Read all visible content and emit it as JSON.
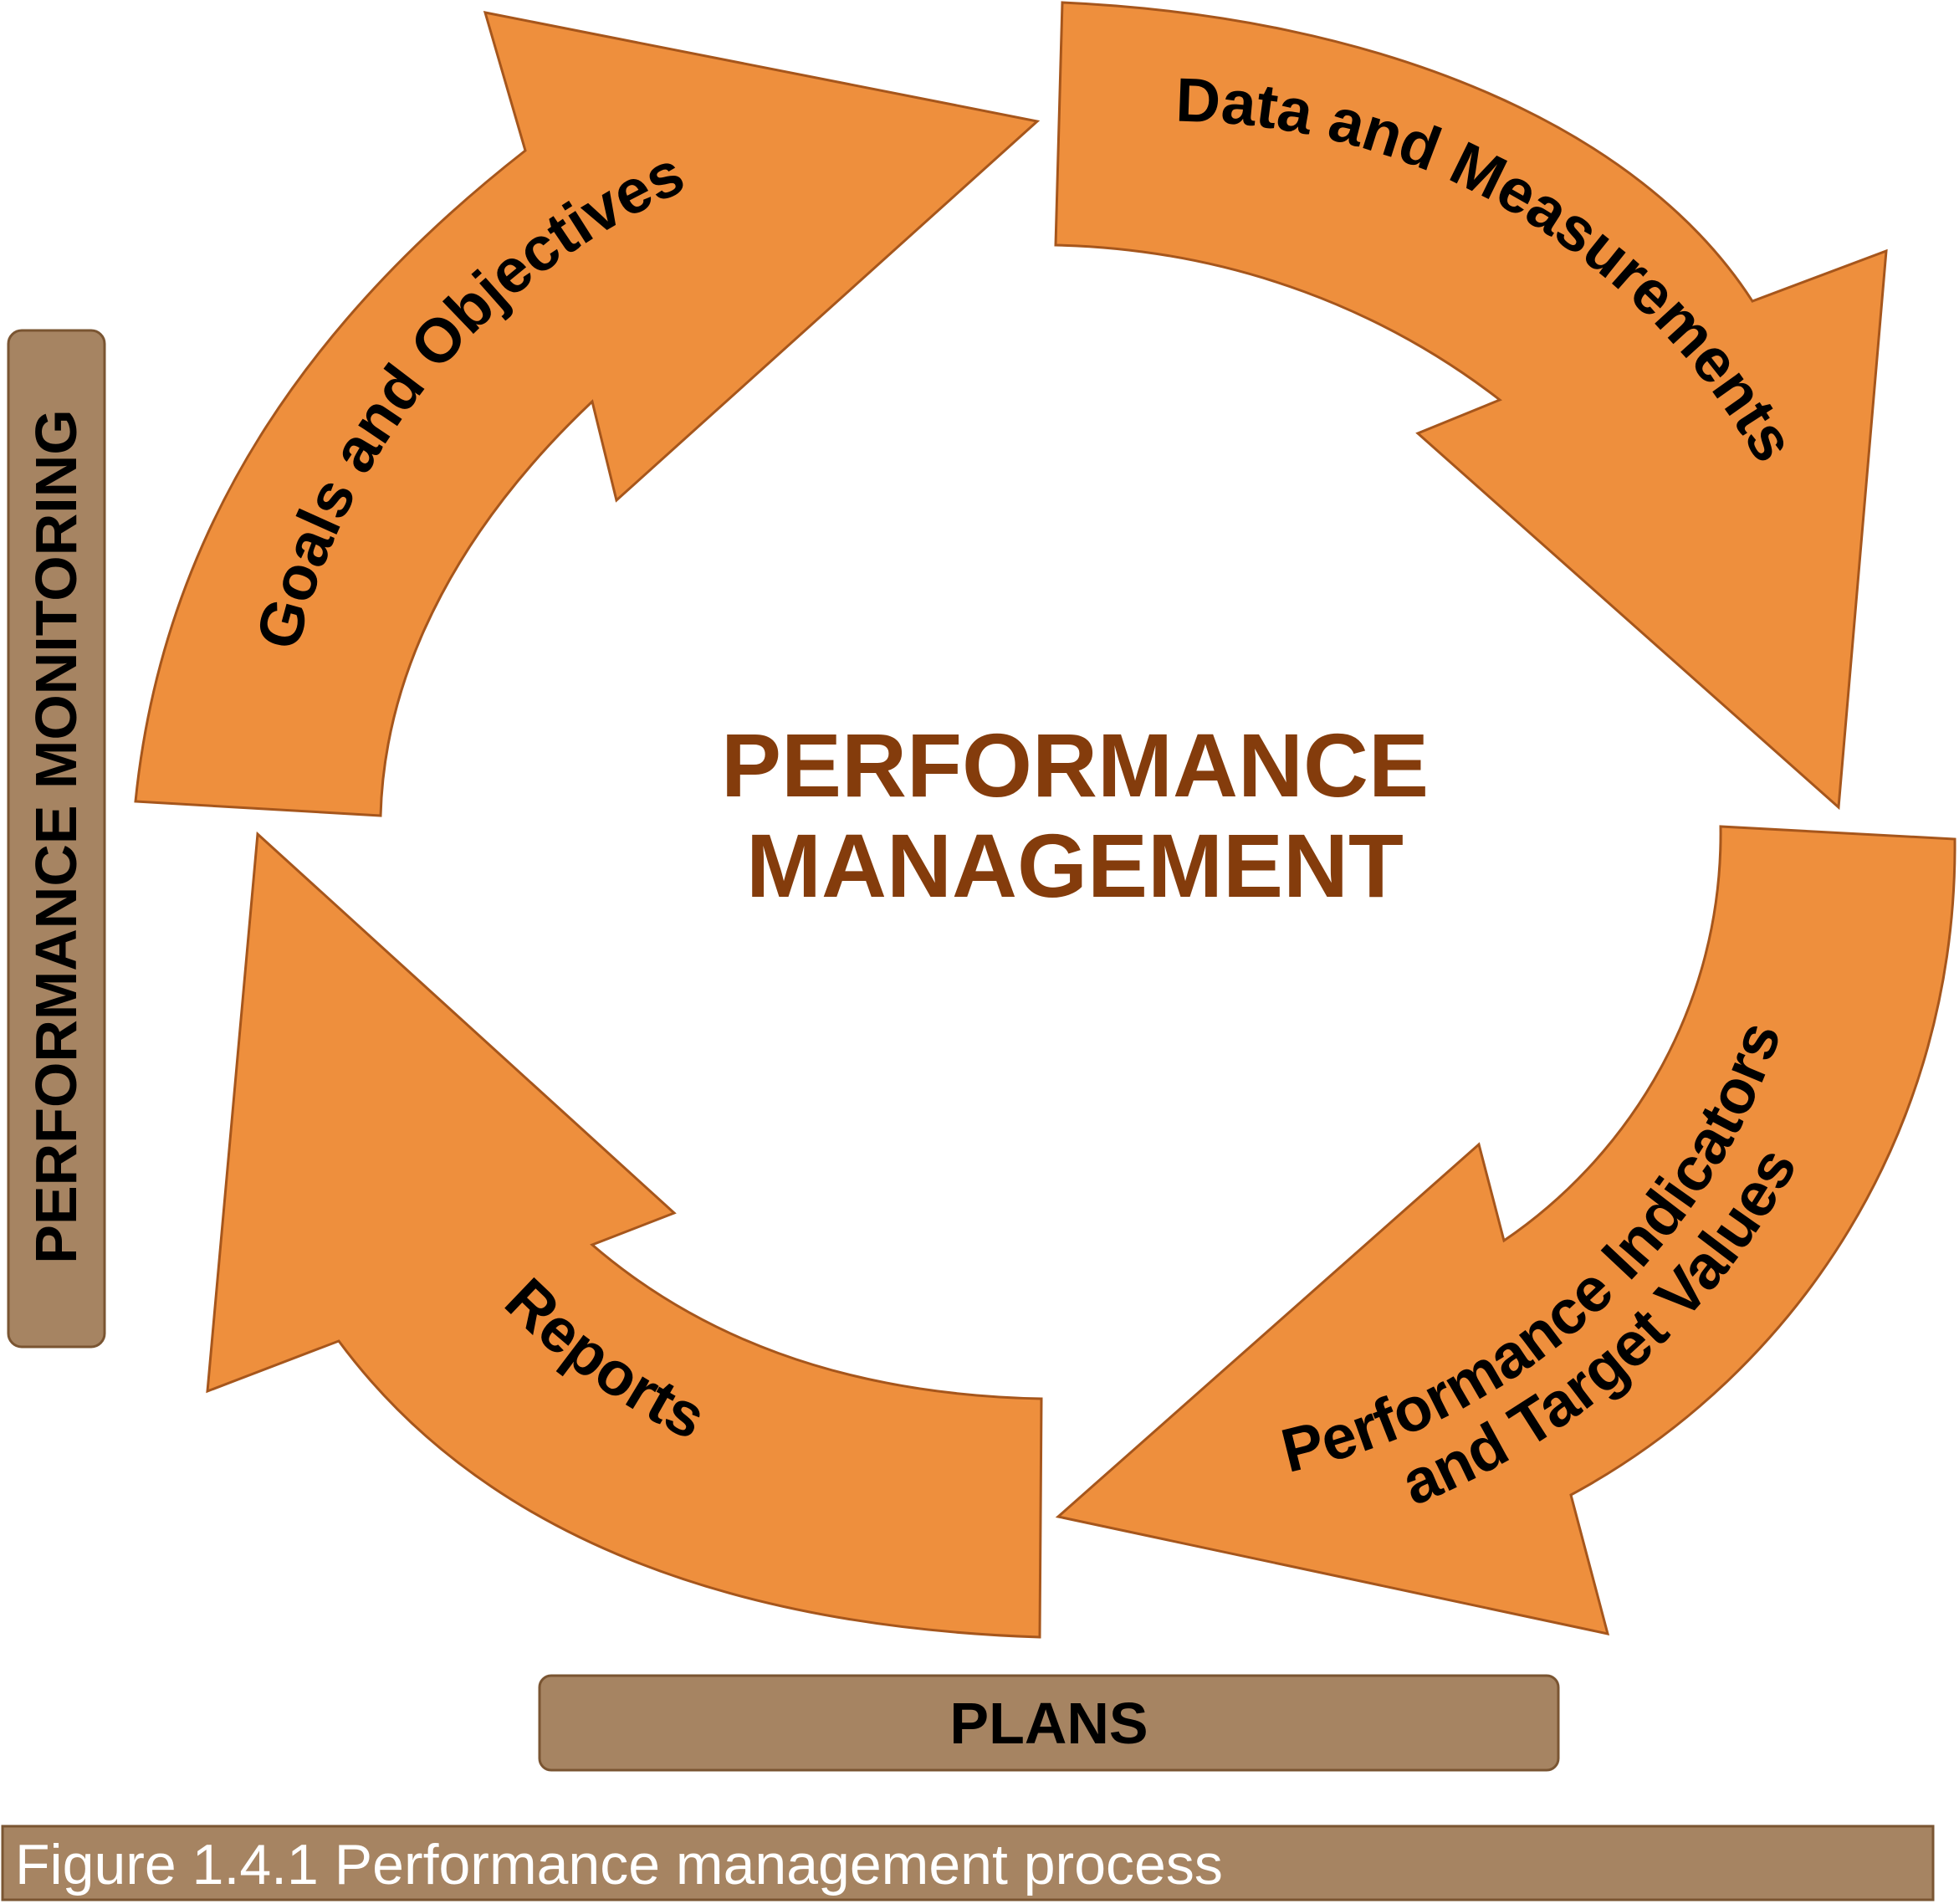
{
  "center_title": {
    "line1": "PERFORMANCE",
    "line2": "MANAGEMENT"
  },
  "cycle_steps": [
    {
      "label": "Goals and Objectives"
    },
    {
      "label": "Data and Measurements"
    },
    {
      "label_line1": "Performance Indicators",
      "label_line2": "and Target Values"
    },
    {
      "label": "Reports"
    }
  ],
  "side_box": {
    "label": "PERFORMANCE MONITORING"
  },
  "bottom_box": {
    "label": "PLANS"
  },
  "caption": "Figure 1.4.1 Performance management process",
  "colors": {
    "arrow_fill": "#ee8f3d",
    "arrow_stroke": "#a6561c",
    "center_text": "#843c0c",
    "box_fill": "#a68462",
    "caption_text": "#ffffff"
  }
}
